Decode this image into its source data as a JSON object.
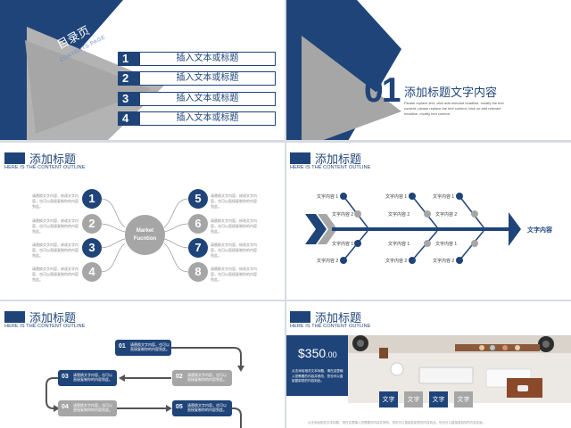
{
  "slide1": {
    "title": "目录页",
    "subtitle": "CONTENTS PAGE",
    "items": [
      {
        "num": "1",
        "label": "插入文本或标题"
      },
      {
        "num": "2",
        "label": "插入文本或标题"
      },
      {
        "num": "3",
        "label": "插入文本或标题"
      },
      {
        "num": "4",
        "label": "插入文本或标题"
      }
    ]
  },
  "slide2": {
    "number": "01",
    "title": "添加标题文字内容",
    "body": "Please replace text, click add relevant headline, modify the text content, please replace the text content, click on add relevant headline, modify text content."
  },
  "slide3": {
    "title": "添加标题",
    "subtitle": "HERE IS THE CONTENT OUTLINE",
    "center": "Market Fucntion",
    "left_items": [
      {
        "num": "1",
        "text": "请替换文字内容，修改文字内容，也可以直接复制你的内容到此。"
      },
      {
        "num": "2",
        "text": "请替换文字内容，修改文字内容，也可以直接复制你的内容到此。"
      },
      {
        "num": "3",
        "text": "请替换文字内容，修改文字内容，也可以直接复制你的内容到此。"
      },
      {
        "num": "4",
        "text": "请替换文字内容，修改文字内容，也可以直接复制你的内容到此。"
      }
    ],
    "right_items": [
      {
        "num": "5",
        "text": "请替换文字内容，修改文字内容，也可以直接复制你的内容到此。"
      },
      {
        "num": "6",
        "text": "请替换文字内容，修改文字内容，也可以直接复制你的内容到此。"
      },
      {
        "num": "7",
        "text": "请替换文字内容，修改文字内容，也可以直接复制你的内容到此。"
      },
      {
        "num": "8",
        "text": "请替换文字内容，修改文字内容，也可以直接复制你的内容到此。"
      }
    ]
  },
  "slide4": {
    "title": "添加标题",
    "subtitle": "HERE IS THE CONTENT OUTLINE",
    "head_label": "文字内容",
    "labels": [
      "文字内容 1",
      "文字内容 1",
      "文字内容 1",
      "文字内容 2",
      "文字内容 2",
      "文字内容 2",
      "文字内容 1",
      "文字内容 1",
      "文字内容 1",
      "文字内容 2",
      "文字内容 2",
      "文字内容 2"
    ]
  },
  "slide5": {
    "title": "添加标题",
    "subtitle": "HERE IS THE CONTENT OUTLINE",
    "steps": [
      {
        "num": "01",
        "text": "请替换文字内容，也可以直接复制你的内容到此。"
      },
      {
        "num": "02",
        "text": "请替换文字内容，也可以直接复制你的内容到此。"
      },
      {
        "num": "03",
        "text": "请替换文字内容，也可以直接复制你的内容到此。"
      },
      {
        "num": "04",
        "text": "请替换文字内容，也可以直接复制你的内容到此。"
      },
      {
        "num": "05",
        "text": "请替换文字内容，也可以直接复制你的内容到此。"
      }
    ]
  },
  "slide6": {
    "title": "添加标题",
    "subtitle": "HERE IS THE CONTENT OUTLINE",
    "price": "$350",
    "price_cents": ".00",
    "desc": "点击添加相关文本标题，请在这里输入您需要的内容并修改，您也可以直接复制您的内容到此。",
    "tags": [
      "文字",
      "文字",
      "文字",
      "文字"
    ],
    "footer": "点击添加相关文本标题，请在这里输入您需要的内容并修改，您也可以直接复制您的内容到此，您也可以直接复制您的内容到此。"
  },
  "colors": {
    "navy": "#1f4479",
    "gray": "#a6a6a6",
    "light_gray": "#c8c8c8"
  }
}
